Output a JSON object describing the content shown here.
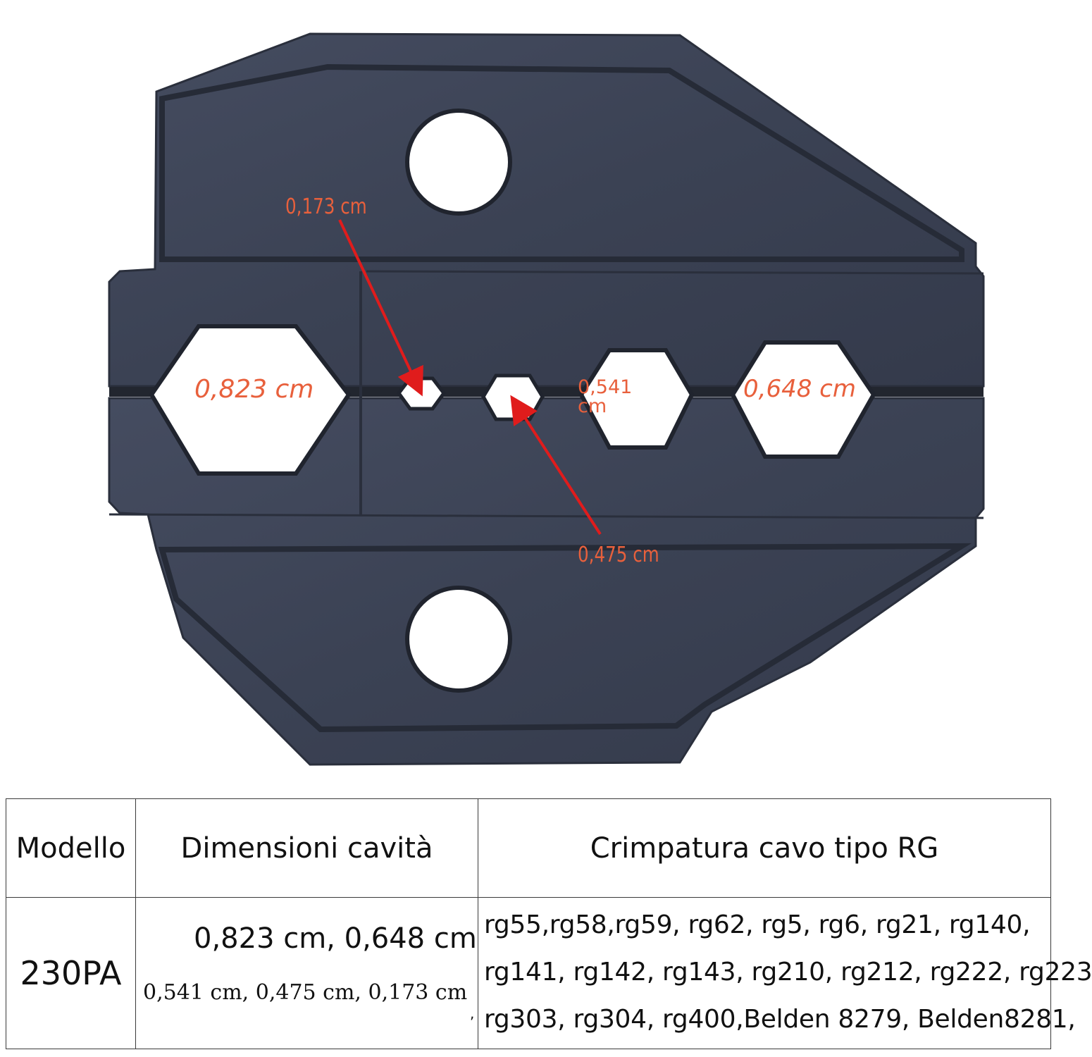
{
  "figure": {
    "callouts": [
      {
        "id": "cavity-0823",
        "text": "0,823 cm"
      },
      {
        "id": "cavity-0173",
        "text": "0,173 cm"
      },
      {
        "id": "cavity-0541",
        "text": "0,541\ncm"
      },
      {
        "id": "cavity-0648",
        "text": "0,648 cm"
      },
      {
        "id": "cavity-0475",
        "text": "0,475 cm"
      }
    ],
    "colors": {
      "die": "#3d4456",
      "die_dark": "#2c3140",
      "callout": "#e8603c",
      "arrow": "#e01c1c"
    }
  },
  "table": {
    "headers": {
      "model": "Modello",
      "dimensions": "Dimensioni cavità",
      "crimp": "Crimpatura cavo tipo RG"
    },
    "row": {
      "model": "230PA",
      "dimensions_primary": "0,823 cm, 0,648 cm",
      "dimensions_secondary": "0,541 cm, 0,475 cm, 0,173 cm",
      "dimensions_mark": ",",
      "crimp_lines": [
        "rg55,rg58,rg59, rg62, rg5, rg6, rg21, rg140,",
        "rg141, rg142, rg143, rg210, rg212, rg222, rg223",
        "rg303, rg304, rg400,Belden 8279, Belden8281,"
      ]
    }
  }
}
